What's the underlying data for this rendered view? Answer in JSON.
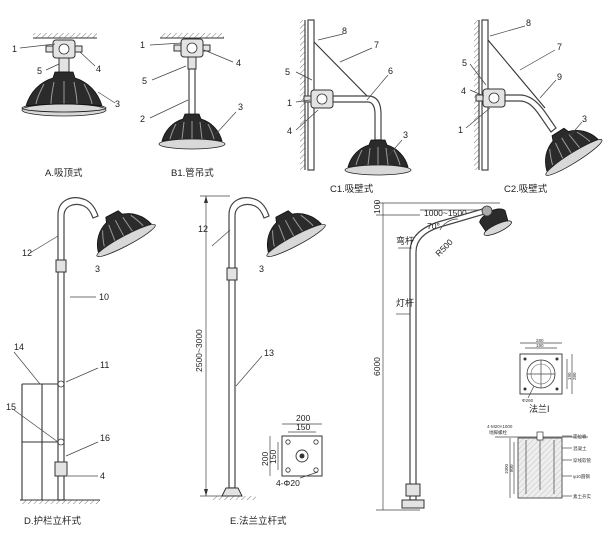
{
  "captions": {
    "a": "A.吸顶式",
    "b1": "B1.管吊式",
    "c1": "C1.吸壁式",
    "c2": "C2.吸壁式",
    "d": "D.护栏立杆式",
    "e": "E.法兰立杆式"
  },
  "part_numbers": {
    "a": [
      "1",
      "4",
      "5",
      "3"
    ],
    "b1": [
      "1",
      "4",
      "5",
      "2",
      "3"
    ],
    "c1": [
      "8",
      "7",
      "5",
      "6",
      "1",
      "4",
      "3"
    ],
    "c2": [
      "8",
      "7",
      "5",
      "9",
      "4",
      "1",
      "3"
    ],
    "d": [
      "12",
      "3",
      "10",
      "14",
      "11",
      "15",
      "16",
      "4"
    ],
    "e": [
      "12",
      "3",
      "13"
    ]
  },
  "dimensions": {
    "e_height": "2500~3000",
    "e_flange_w": "200",
    "e_flange_w_inner": "150",
    "e_flange_h": "200",
    "e_flange_h_inner": "150",
    "e_bolts": "4-Φ20",
    "pole_top": "100",
    "pole_reach": "1000~1500",
    "pole_angle": "70°",
    "pole_radius": "R500",
    "pole_height": "6000",
    "pole_arm_label": "弯杆",
    "pole_shaft_label": "灯杆"
  },
  "flange_detail": {
    "title": "法兰I",
    "dim_top_outer": "280",
    "dim_top_inner": "190",
    "dim_side_outer": "280",
    "dim_side_inner": "190",
    "dim_circle": "Φ260"
  },
  "foundation_detail": {
    "bolt_note": "4-M20×1000",
    "bolt_note2": "地脚螺栓",
    "callouts": [
      "定位板",
      "混凝土",
      "穿线软管",
      "φ10圆钢",
      "素土夯实"
    ],
    "depth_outer": "1000",
    "depth_inner": "800"
  }
}
